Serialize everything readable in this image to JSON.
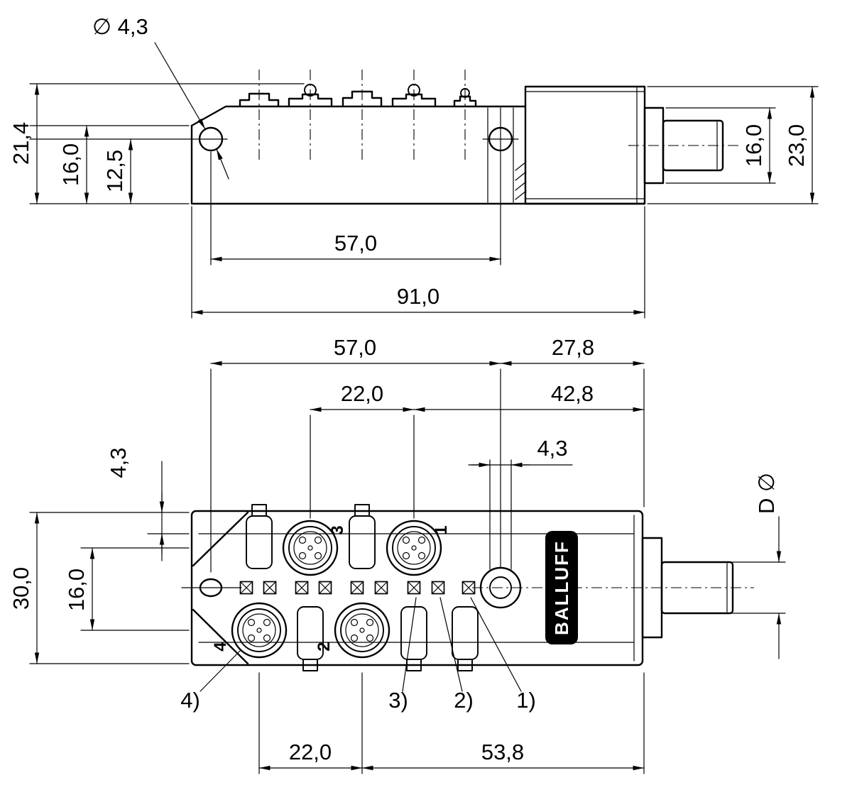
{
  "brand": "BALLUFF",
  "side_view": {
    "callout_hole_dia": "∅ 4,3",
    "dim_overall_height": "21,4",
    "dim_body_height": "16,0",
    "dim_hole_center_height": "12,5",
    "dim_hole_spacing": "57,0",
    "dim_overall_length": "91,0",
    "dim_connector_height": "16,0",
    "dim_end_block_height": "23,0"
  },
  "plan_view": {
    "dim_hole_spacing": "57,0",
    "dim_hole_to_end": "27,8",
    "dim_port_spacing_top": "22,0",
    "dim_port_to_end": "42,8",
    "dim_mount_hole_dia": "4,3",
    "dim_edge_offset": "4,3",
    "dim_overall_width": "30,0",
    "dim_port_row_spacing": "16,0",
    "cable_dia_label": "D ∅",
    "dim_port_spacing_bottom": "22,0",
    "dim_port_to_end_bottom": "53,8",
    "port_labels": {
      "port1": "1",
      "port2": "2",
      "port3": "3",
      "port4": "4"
    },
    "callouts": {
      "item1": "1)",
      "item2": "2)",
      "item3": "3)",
      "item4": "4)"
    }
  }
}
